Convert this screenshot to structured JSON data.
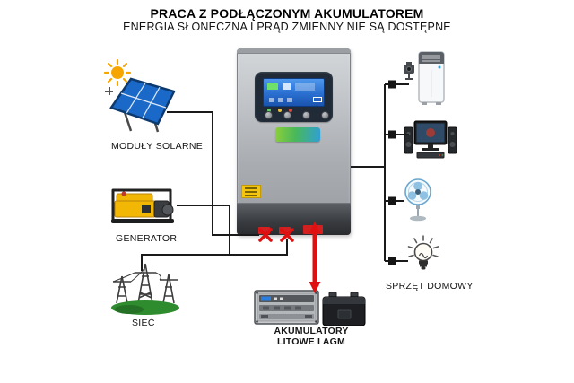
{
  "title": "PRACA Z PODŁĄCZONYM AKUMULATOREM",
  "subtitle": "ENERGIA SŁONECZNA I PRĄD ZMIENNY NIE SĄ DOSTĘPNE",
  "nodes": {
    "solar": {
      "label": "MODUŁY SOLARNE"
    },
    "generator": {
      "label": "GENERATOR"
    },
    "grid": {
      "label": "SIEĆ"
    },
    "appliances": {
      "label": "SPRZĘT DOMOWY"
    },
    "batteries": {
      "label_line1": "AKUMULATORY",
      "label_line2": "LITOWE I AGM"
    }
  },
  "icons": {
    "sun": "sun-icon",
    "solar_panel": "solar-panel-icon",
    "generator": "generator-icon",
    "power_grid": "power-grid-towers-icon",
    "inverter": "inverter-unit",
    "camera": "camera-icon",
    "air_conditioner": "ac-unit-icon",
    "computer": "computer-audio-icon",
    "fan": "fan-icon",
    "light_bulb": "light-bulb-icon",
    "rack_battery": "rack-battery-icon",
    "agm_battery": "agm-battery-icon",
    "unavailable_mark": "red-x-icon",
    "battery_flow": "red-double-arrow-icon"
  },
  "colors": {
    "alert_red": "#e01010",
    "wire_black": "#1a1a1a",
    "panel_blue": "#1a69c8",
    "generator_yellow": "#f2b705",
    "grass_green": "#2e8b2e",
    "lcd_blue": "#2a6fd0",
    "logo_green": "#8ccf3a",
    "logo_blue": "#2f9fd6"
  }
}
